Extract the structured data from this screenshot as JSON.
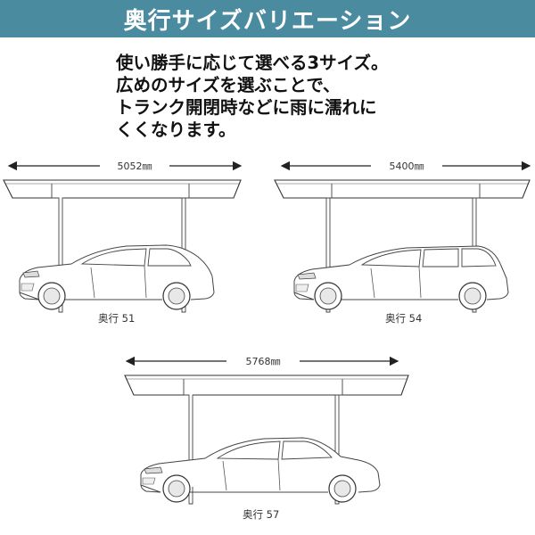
{
  "header": {
    "title": "奥行サイズバリエーション",
    "background_color": "#4a8ba0"
  },
  "description": {
    "lines": [
      "使い勝手に応じて選べる3サイズ。",
      "広めのサイズを選ぶことで、",
      "トランク開閉時などに雨に濡れに",
      "くくなります。"
    ]
  },
  "variants": [
    {
      "dimension": "5052㎜",
      "caption": "奥行 51"
    },
    {
      "dimension": "5400㎜",
      "caption": "奥行 54"
    },
    {
      "dimension": "5768㎜",
      "caption": "奥行 57"
    }
  ]
}
